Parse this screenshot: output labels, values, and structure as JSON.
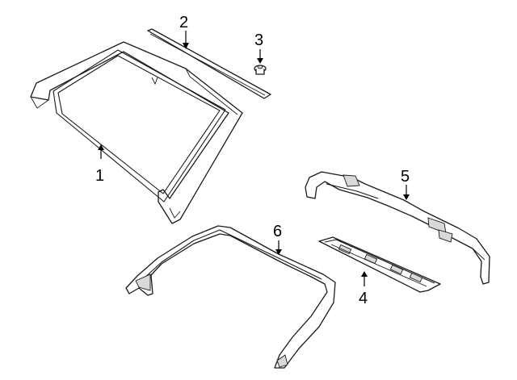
{
  "callouts": {
    "c1": "1",
    "c2": "2",
    "c3": "3",
    "c4": "4",
    "c5": "5",
    "c6": "6"
  },
  "colors": {
    "line": "#1a1a1a",
    "background": "#ffffff",
    "shade": "#d9d9d9"
  }
}
